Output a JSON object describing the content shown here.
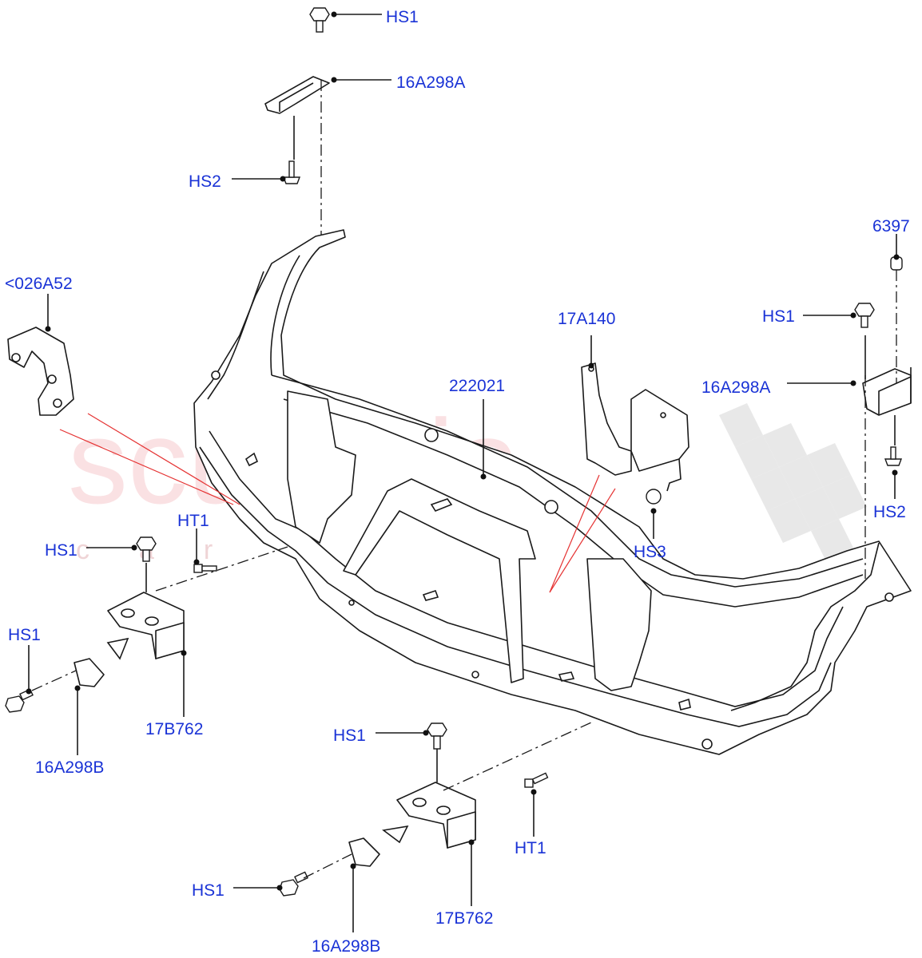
{
  "watermark": {
    "brand": "scuderia",
    "sub": "car parts"
  },
  "callouts": [
    {
      "id": "hs1-top",
      "text": "HS1"
    },
    {
      "id": "16a298a-top",
      "text": "16A298A"
    },
    {
      "id": "hs2-top",
      "text": "HS2"
    },
    {
      "id": "026a52",
      "text": "<026A52"
    },
    {
      "id": "222021",
      "text": "222021"
    },
    {
      "id": "17a140",
      "text": "17A140"
    },
    {
      "id": "6397",
      "text": "6397"
    },
    {
      "id": "hs1-right",
      "text": "HS1"
    },
    {
      "id": "16a298a-right",
      "text": "16A298A"
    },
    {
      "id": "hs2-right",
      "text": "HS2"
    },
    {
      "id": "hs3",
      "text": "HS3"
    },
    {
      "id": "ht1-left",
      "text": "HT1"
    },
    {
      "id": "hs1-left-upper",
      "text": "HS1"
    },
    {
      "id": "hs1-left-lower",
      "text": "HS1"
    },
    {
      "id": "17b762-left",
      "text": "17B762"
    },
    {
      "id": "16a298b-left",
      "text": "16A298B"
    },
    {
      "id": "hs1-bottom-upper",
      "text": "HS1"
    },
    {
      "id": "ht1-bottom",
      "text": "HT1"
    },
    {
      "id": "hs1-bottom-lower",
      "text": "HS1"
    },
    {
      "id": "17b762-bottom",
      "text": "17B762"
    },
    {
      "id": "16a298b-bottom",
      "text": "16A298B"
    }
  ]
}
